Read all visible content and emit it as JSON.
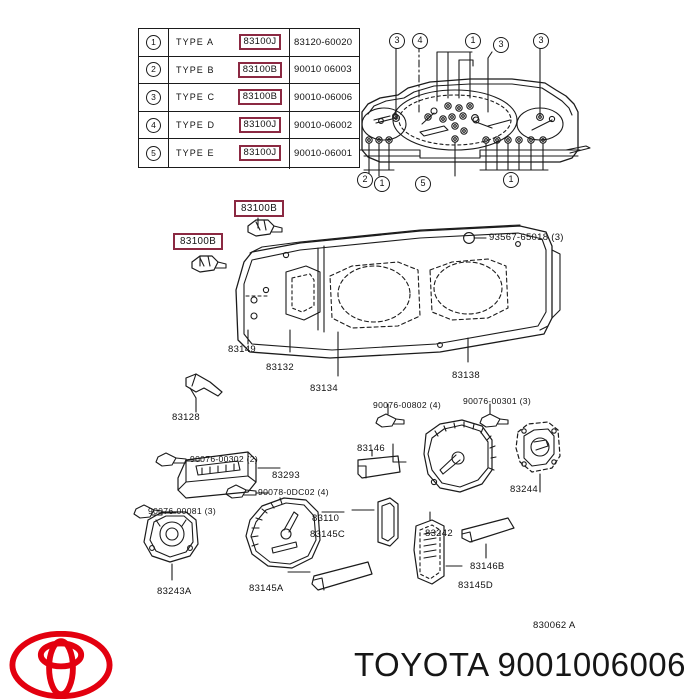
{
  "diagram": {
    "drawing_id": "830062 A",
    "highlight_color": "#8B2942",
    "line_color": "#1b1b1b"
  },
  "variant_table": {
    "rows": [
      {
        "num": "1",
        "type": "TYPE  A",
        "code": "83100J",
        "ref": "83120-60020"
      },
      {
        "num": "2",
        "type": "TYPE  B",
        "code": "83100B",
        "ref": "90010  06003"
      },
      {
        "num": "3",
        "type": "TYPE  C",
        "code": "83100B",
        "ref": "90010-06006"
      },
      {
        "num": "4",
        "type": "TYPE  D",
        "code": "83100J",
        "ref": "90010-06002"
      },
      {
        "num": "5",
        "type": "TYPE  E",
        "code": "83100J",
        "ref": "90010-06001"
      }
    ]
  },
  "cluster_callouts": {
    "top": [
      "3",
      "4",
      "1",
      "3",
      "3"
    ],
    "bottom": [
      "2",
      "1",
      "5",
      "1"
    ]
  },
  "boxed_labels": [
    {
      "text": "83100B"
    },
    {
      "text": "83100B"
    }
  ],
  "labels": {
    "screw_right": "93567-65018 (3)",
    "housing_a": "83149",
    "housing_b": "83132",
    "housing_c": "83134",
    "housing_d": "83138",
    "fastener_a": "90076-00802 (4)",
    "fastener_b": "90076-00301 (3)",
    "pointer": "83128",
    "fastener_c": "90076-00302 (2)",
    "bracket": "83293",
    "fastener_d": "90078-0DC02 (4)",
    "fastener_e": "90076-00081 (3)",
    "gauge_main": "83110",
    "lens_c": "83145C",
    "lens_e": "83146",
    "motor_right": "83244",
    "bezel": "83242",
    "gauge_small": "83243A",
    "lens_a": "83145A",
    "lens_b": "83146B",
    "lens_d": "83145D"
  },
  "banner": {
    "brand": "TOYOTA",
    "part_number": "9001006006",
    "logo_color": "#E3000F",
    "logo_name": "toyota-logo"
  }
}
